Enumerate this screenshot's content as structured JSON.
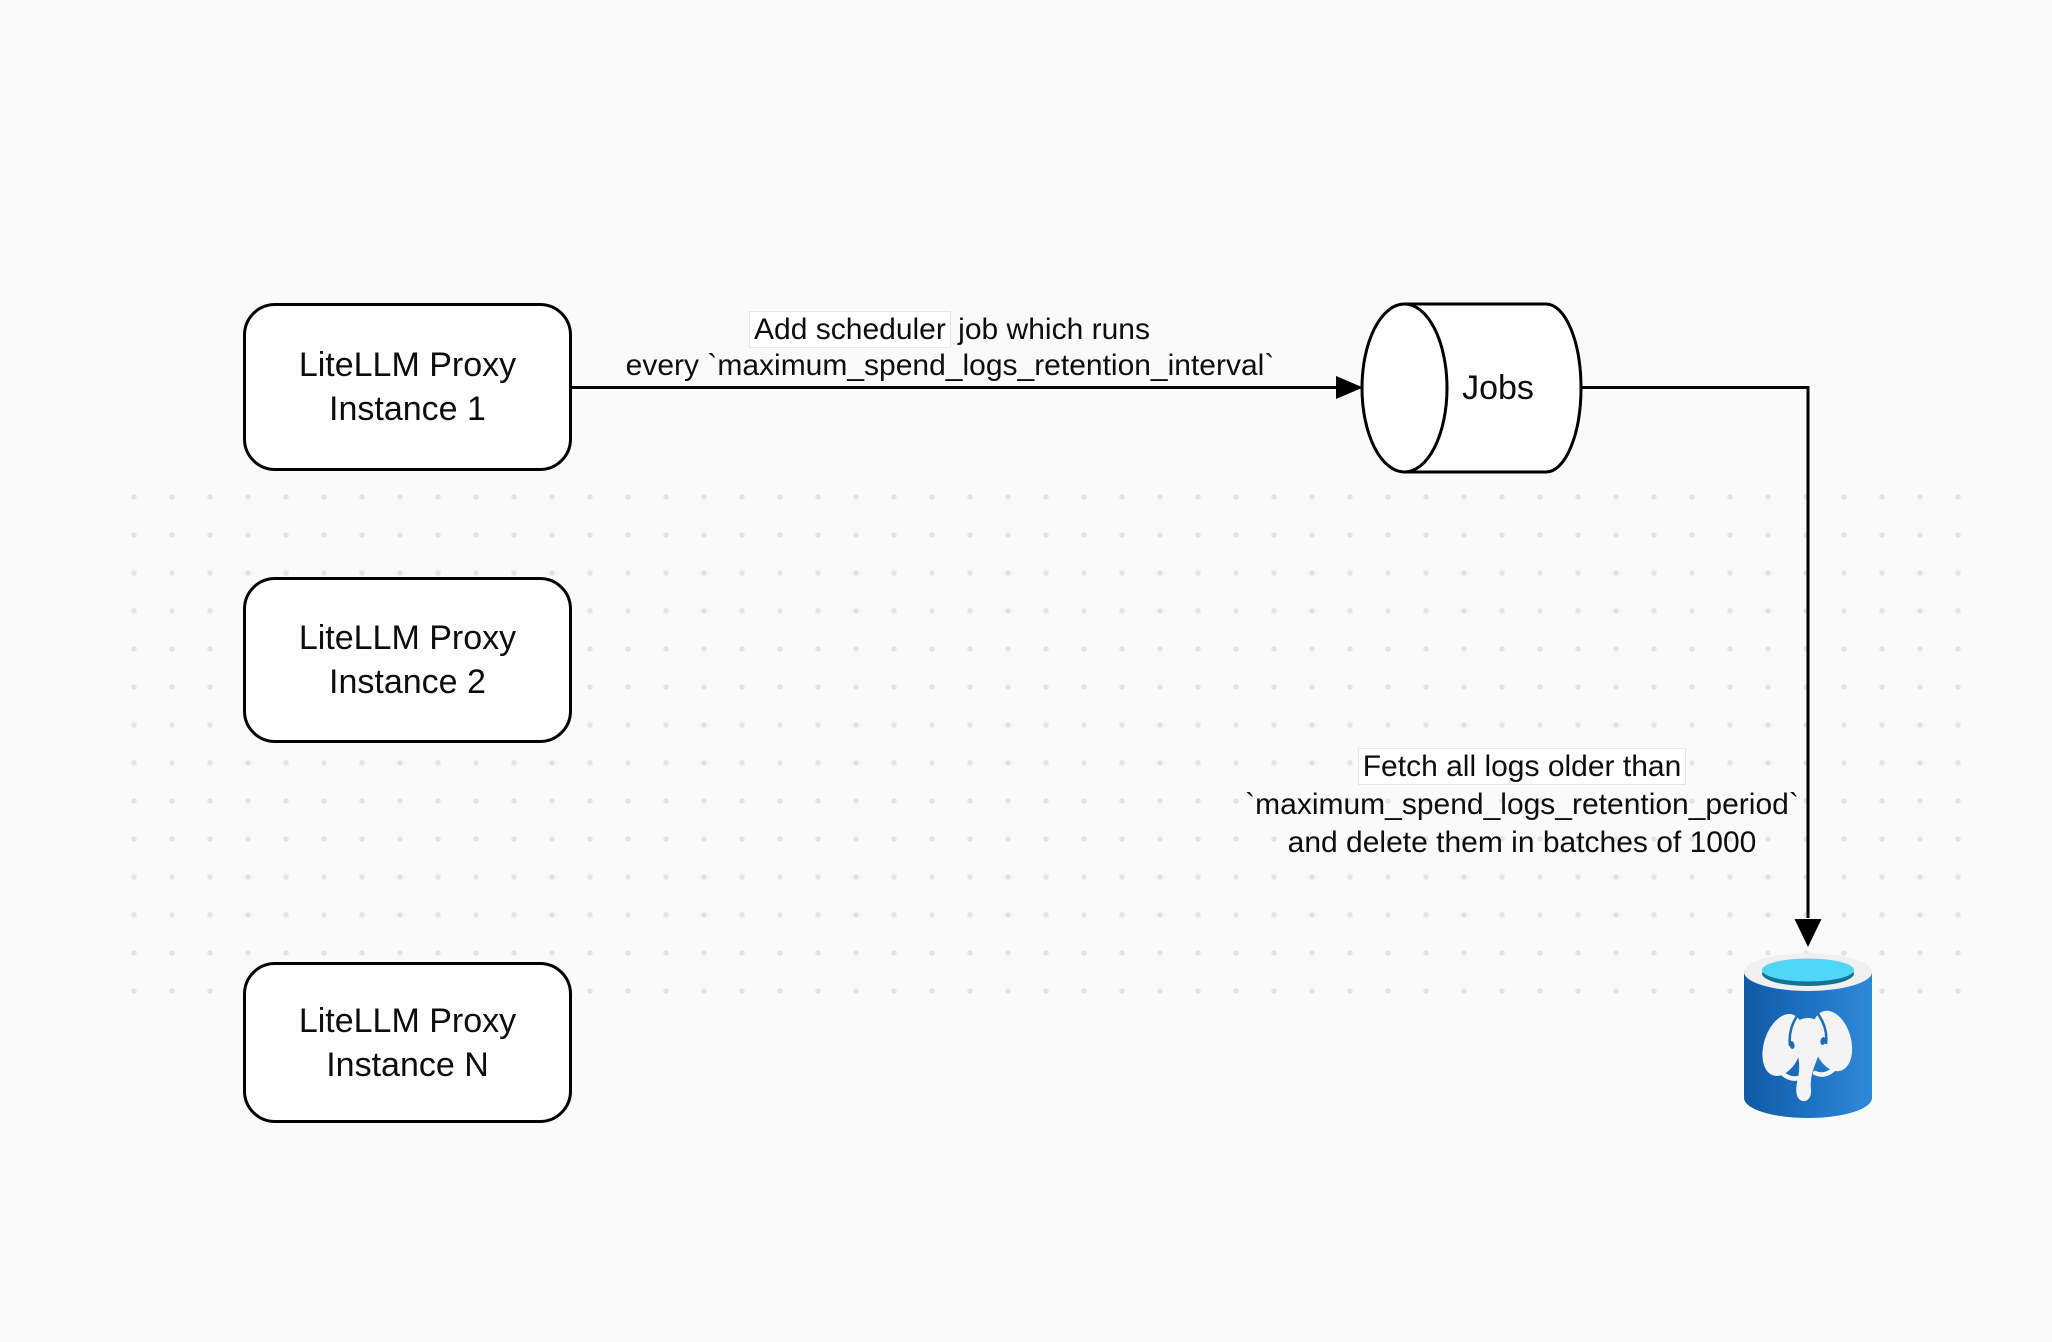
{
  "background": {
    "canvas_color": "#fafafa",
    "dot_color": "#e3e3e3",
    "label_background": "#ffffff",
    "stroke_color": "#000000"
  },
  "nodes": {
    "proxy1": {
      "line1": "LiteLLM Proxy",
      "line2": "Instance 1"
    },
    "proxy2": {
      "line1": "LiteLLM Proxy",
      "line2": "Instance 2"
    },
    "proxyN": {
      "line1": "LiteLLM Proxy",
      "line2": "Instance N"
    },
    "jobs": {
      "label": "Jobs"
    },
    "database": {
      "icon": "postgresql-database-icon",
      "colors": {
        "body_left": "#1059a5",
        "body_mid": "#1e74c4",
        "body_right": "#2f8ad6",
        "rim": "#f0f0f0",
        "water_top": "#50d6f6",
        "water_deep": "#157291",
        "elephant": "#f3f3f3"
      }
    }
  },
  "edges": {
    "scheduler": {
      "line1_highlight": "Add scheduler",
      "line1_rest": " job which runs",
      "line2": "every `maximum_spend_logs_retention_interval`"
    },
    "fetch": {
      "line1": "Fetch all logs older than",
      "line2": "`maximum_spend_logs_retention_period`",
      "line3": "and delete them in batches of 1000"
    }
  }
}
